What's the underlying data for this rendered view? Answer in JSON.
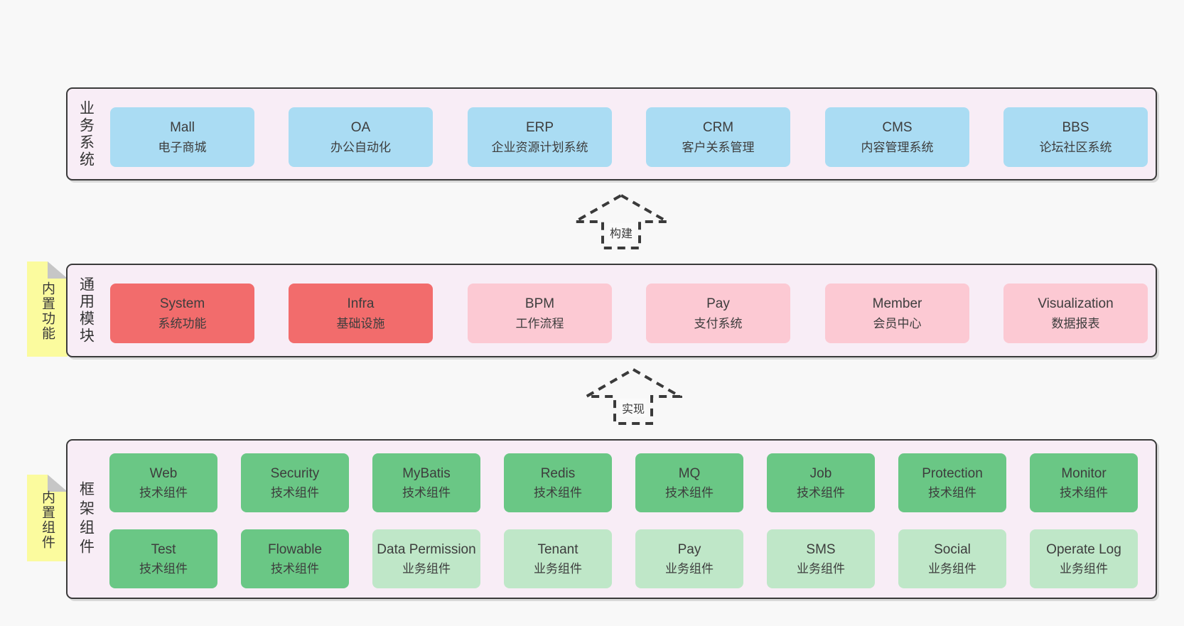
{
  "layers": {
    "business": {
      "label": "业务系统",
      "boxes": [
        {
          "title": "Mall",
          "subtitle": "电子商城"
        },
        {
          "title": "OA",
          "subtitle": "办公自动化"
        },
        {
          "title": "ERP",
          "subtitle": "企业资源计划系统"
        },
        {
          "title": "CRM",
          "subtitle": "客户关系管理"
        },
        {
          "title": "CMS",
          "subtitle": "内容管理系统"
        },
        {
          "title": "BBS",
          "subtitle": "论坛社区系统"
        }
      ]
    },
    "modules": {
      "label": "通用模块",
      "note": "内置功能",
      "boxes": [
        {
          "title": "System",
          "subtitle": "系统功能",
          "variant": "red"
        },
        {
          "title": "Infra",
          "subtitle": "基础设施",
          "variant": "red"
        },
        {
          "title": "BPM",
          "subtitle": "工作流程",
          "variant": "pink"
        },
        {
          "title": "Pay",
          "subtitle": "支付系统",
          "variant": "pink"
        },
        {
          "title": "Member",
          "subtitle": "会员中心",
          "variant": "pink"
        },
        {
          "title": "Visualization",
          "subtitle": "数据报表",
          "variant": "pink"
        }
      ]
    },
    "framework": {
      "label": "框架组件",
      "note": "内置组件",
      "rows": [
        [
          {
            "title": "Web",
            "subtitle": "技术组件",
            "variant": "green"
          },
          {
            "title": "Security",
            "subtitle": "技术组件",
            "variant": "green"
          },
          {
            "title": "MyBatis",
            "subtitle": "技术组件",
            "variant": "green"
          },
          {
            "title": "Redis",
            "subtitle": "技术组件",
            "variant": "green"
          },
          {
            "title": "MQ",
            "subtitle": "技术组件",
            "variant": "green"
          },
          {
            "title": "Job",
            "subtitle": "技术组件",
            "variant": "green"
          },
          {
            "title": "Protection",
            "subtitle": "技术组件",
            "variant": "green"
          },
          {
            "title": "Monitor",
            "subtitle": "技术组件",
            "variant": "green"
          }
        ],
        [
          {
            "title": "Test",
            "subtitle": "技术组件",
            "variant": "green"
          },
          {
            "title": "Flowable",
            "subtitle": "技术组件",
            "variant": "green"
          },
          {
            "title": "Data Permission",
            "subtitle": "业务组件",
            "variant": "lightgreen"
          },
          {
            "title": "Tenant",
            "subtitle": "业务组件",
            "variant": "lightgreen"
          },
          {
            "title": "Pay",
            "subtitle": "业务组件",
            "variant": "lightgreen"
          },
          {
            "title": "SMS",
            "subtitle": "业务组件",
            "variant": "lightgreen"
          },
          {
            "title": "Social",
            "subtitle": "业务组件",
            "variant": "lightgreen"
          },
          {
            "title": "Operate Log",
            "subtitle": "业务组件",
            "variant": "lightgreen"
          }
        ]
      ]
    }
  },
  "arrows": [
    {
      "label": "构建"
    },
    {
      "label": "实现"
    }
  ],
  "colors": {
    "page_bg": "#f8f8f8",
    "panel_bg": "#f8edf6",
    "panel_border": "#3a3a3a",
    "blue_box": "#aadcf3",
    "red_box": "#f26c6c",
    "pink_box": "#fcc9d3",
    "green_box": "#6ac785",
    "light_green_box": "#bfe7c8",
    "note_bg": "#fbfb9e",
    "note_fold": "#c6c6c6",
    "text": "#3d3d3d"
  }
}
